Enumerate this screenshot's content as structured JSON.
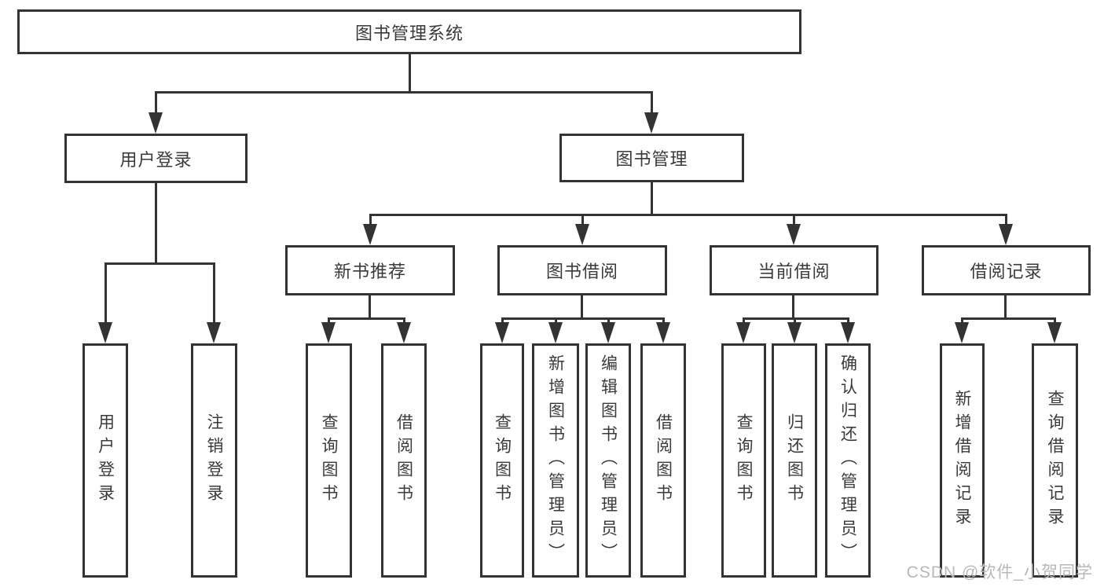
{
  "diagram_title": "图书管理系统",
  "nodes": {
    "root": "图书管理系统",
    "branches": [
      "用户登录",
      "图书管理"
    ],
    "groups": [
      "新书推荐",
      "图书借阅",
      "当前借阅",
      "借阅记录"
    ],
    "leaves": [
      "用户登录",
      "注销登录",
      "查询图书",
      "借阅图书",
      "查询图书",
      "新增图书（管理员）",
      "编辑图书（管理员）",
      "借阅图书",
      "查询图书",
      "归还图书",
      "确认归还（管理员）",
      "新增借阅记录",
      "查询借阅记录"
    ]
  },
  "edges": [
    {
      "from": "图书管理系统",
      "to": "用户登录"
    },
    {
      "from": "图书管理系统",
      "to": "图书管理"
    },
    {
      "from": "用户登录",
      "to": "用户登录"
    },
    {
      "from": "用户登录",
      "to": "注销登录"
    },
    {
      "from": "图书管理",
      "to": "新书推荐"
    },
    {
      "from": "图书管理",
      "to": "图书借阅"
    },
    {
      "from": "图书管理",
      "to": "当前借阅"
    },
    {
      "from": "图书管理",
      "to": "借阅记录"
    },
    {
      "from": "新书推荐",
      "to": "查询图书"
    },
    {
      "from": "新书推荐",
      "to": "借阅图书"
    },
    {
      "from": "图书借阅",
      "to": "查询图书"
    },
    {
      "from": "图书借阅",
      "to": "新增图书（管理员）"
    },
    {
      "from": "图书借阅",
      "to": "编辑图书（管理员）"
    },
    {
      "from": "图书借阅",
      "to": "借阅图书"
    },
    {
      "from": "当前借阅",
      "to": "查询图书"
    },
    {
      "from": "当前借阅",
      "to": "归还图书"
    },
    {
      "from": "当前借阅",
      "to": "确认归还（管理员）"
    },
    {
      "from": "借阅记录",
      "to": "新增借阅记录"
    },
    {
      "from": "借阅记录",
      "to": "查询借阅记录"
    }
  ],
  "watermark": "CSDN @软件_小贺同学",
  "colors": {
    "line": "#333333",
    "text": "#3a3a3a",
    "background": "#ffffff",
    "watermark": "#b8b8b8"
  }
}
